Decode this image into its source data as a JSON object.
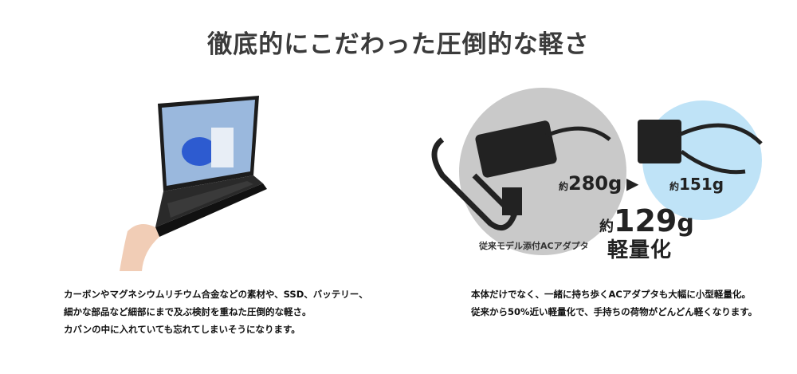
{
  "title": "徹底的にこだわった圧倒的な軽さ",
  "left": {
    "lines": [
      "カーボンやマグネシウムリチウム合金などの素材や、SSD、バッテリー、",
      "細かな部品など細部にまで及ぶ検討を重ねた圧倒的な軽さ。",
      "カバンの中に入れていても忘れてしまいそうになります。"
    ]
  },
  "right": {
    "old_weight_prefix": "約",
    "old_weight": "280g",
    "arrow": "▶",
    "new_weight_prefix": "約",
    "new_weight": "151g",
    "diff_prefix": "約",
    "diff_value": "129",
    "diff_unit": "g",
    "diff_label": "軽量化",
    "caption": "従来モデル添付ACアダプタ",
    "lines": [
      "本体だけでなく、一緒に持ち歩くACアダプタも大幅に小型軽量化。",
      "従来から50%近い軽量化で、手持ちの荷物がどんどん軽くなります。"
    ]
  },
  "colors": {
    "gray_circle": "#c9c9c9",
    "blue_circle": "#bfe3f7"
  }
}
